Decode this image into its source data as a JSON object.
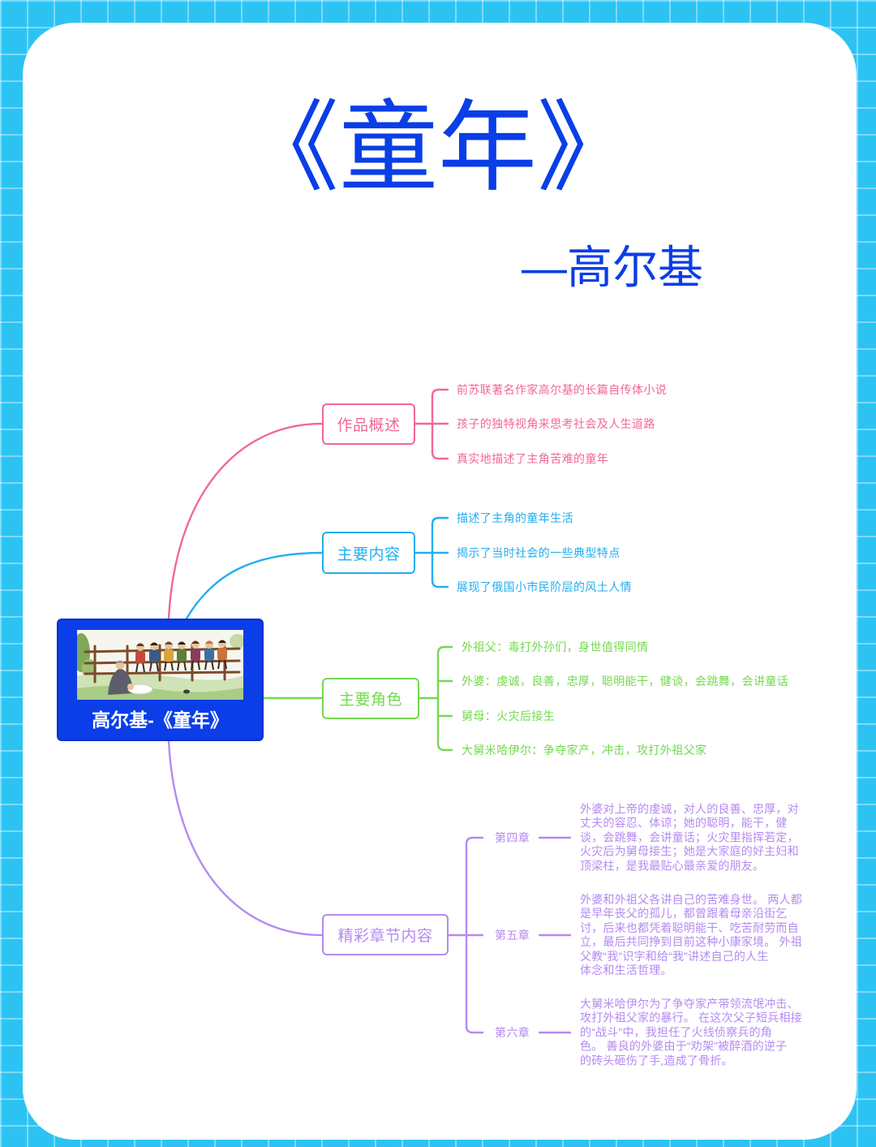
{
  "title": "《童年》",
  "subtitle": "—高尔基",
  "colors": {
    "background": "#2cc3f3",
    "title": "#0a3ee6",
    "center_node": "#0b3de8",
    "center_label": "#ffffff"
  },
  "center": {
    "label": "高尔基-《童年》"
  },
  "branches": [
    {
      "label": "作品概述",
      "color": "#f2679a",
      "leaves": [
        "前苏联著名作家高尔基的长篇自传体小说",
        "孩子的独特视角来思考社会及人生道路",
        "真实地描述了主角苦难的童年"
      ]
    },
    {
      "label": "主要内容",
      "color": "#22aef0",
      "leaves": [
        "描述了主角的童年生活",
        "揭示了当时社会的一些典型特点",
        "展现了俄国小市民阶层的风土人情"
      ]
    },
    {
      "label": "主要角色",
      "color": "#74d94f",
      "leaves": [
        "外祖父：毒打外孙们，身世值得同情",
        "外婆：虔诚，良善，忠厚，聪明能干，健谈，会跳舞，会讲童话",
        "舅母：火灾后接生",
        "大舅米哈伊尔：争夺家产，冲击，攻打外祖父家"
      ]
    },
    {
      "label": "精彩章节内容",
      "color": "#b48af2",
      "chapters": [
        {
          "label": "第四章",
          "lines": [
            "外婆对上帝的虔诚，对人的良善、忠厚，对",
            "丈夫的容忍、体谅；她的聪明，能干，健",
            "谈，会跳舞，会讲童话；火灾里指挥若定，",
            "火灾后为舅母接生；她是大家庭的好主妇和",
            "顶梁柱，是我最贴心最亲爱的朋友。"
          ]
        },
        {
          "label": "第五章",
          "lines": [
            "外婆和外祖父各讲自己的苦难身世。 两人都",
            "是早年丧父的孤儿，都曾跟着母亲沿街乞",
            "讨，后来也都凭着聪明能干、吃苦耐劳而自",
            "立，最后共同挣到目前这种小康家境。 外祖",
            "父教“我”识字和给“我”讲述自己的人生",
            "体念和生活哲理。"
          ]
        },
        {
          "label": "第六章",
          "lines": [
            "大舅米哈伊尔为了争夺家产带领流氓冲击、",
            "攻打外祖父家的暴行。 在这次父子短兵相接",
            "的“战斗”中，我担任了火线侦察兵的角",
            "色。 善良的外婆由于“劝架”被醉酒的逆子",
            "的砖头砸伤了手,造成了骨折。"
          ]
        }
      ]
    }
  ]
}
